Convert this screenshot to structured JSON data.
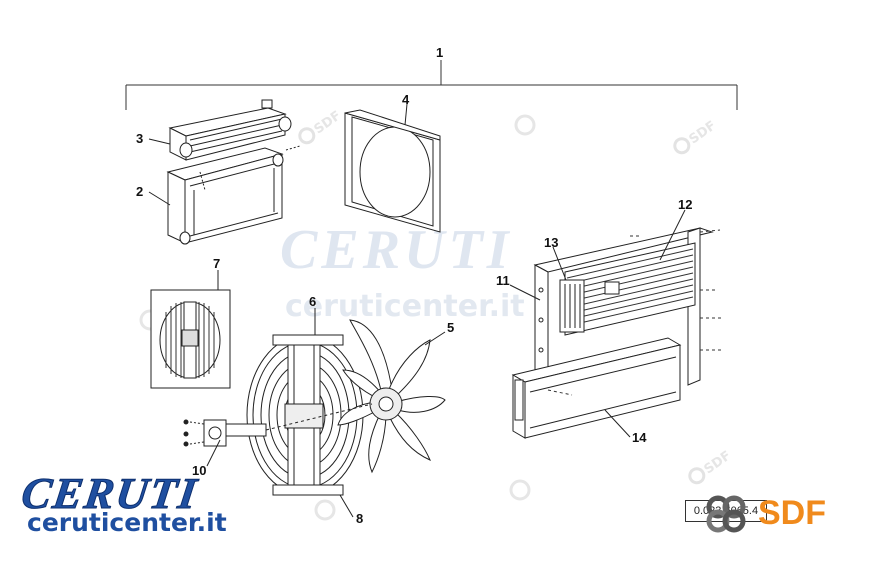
{
  "diagram": {
    "callouts": {
      "c1": "1",
      "c2": "2",
      "c3": "3",
      "c4": "4",
      "c5": "5",
      "c6": "6",
      "c7": "7",
      "c8": "8",
      "c10": "10",
      "c11": "11",
      "c12": "12",
      "c13": "13",
      "c14": "14"
    },
    "document_ref": "0.023.6065.4"
  },
  "watermarks": {
    "ceruti_big": "CERUTI",
    "ceruti_url": "ceruticenter.it",
    "sdf_tile": "SDF"
  },
  "branding": {
    "ceruti_name": "CERUTI",
    "ceruti_website": "ceruticenter.it",
    "sdf_name": "SDF",
    "ceruti_color": "#1f4fa0",
    "sdf_color": "#f08a1c"
  },
  "icons": {
    "sdf_mark": "sdf-chain-links-icon"
  }
}
